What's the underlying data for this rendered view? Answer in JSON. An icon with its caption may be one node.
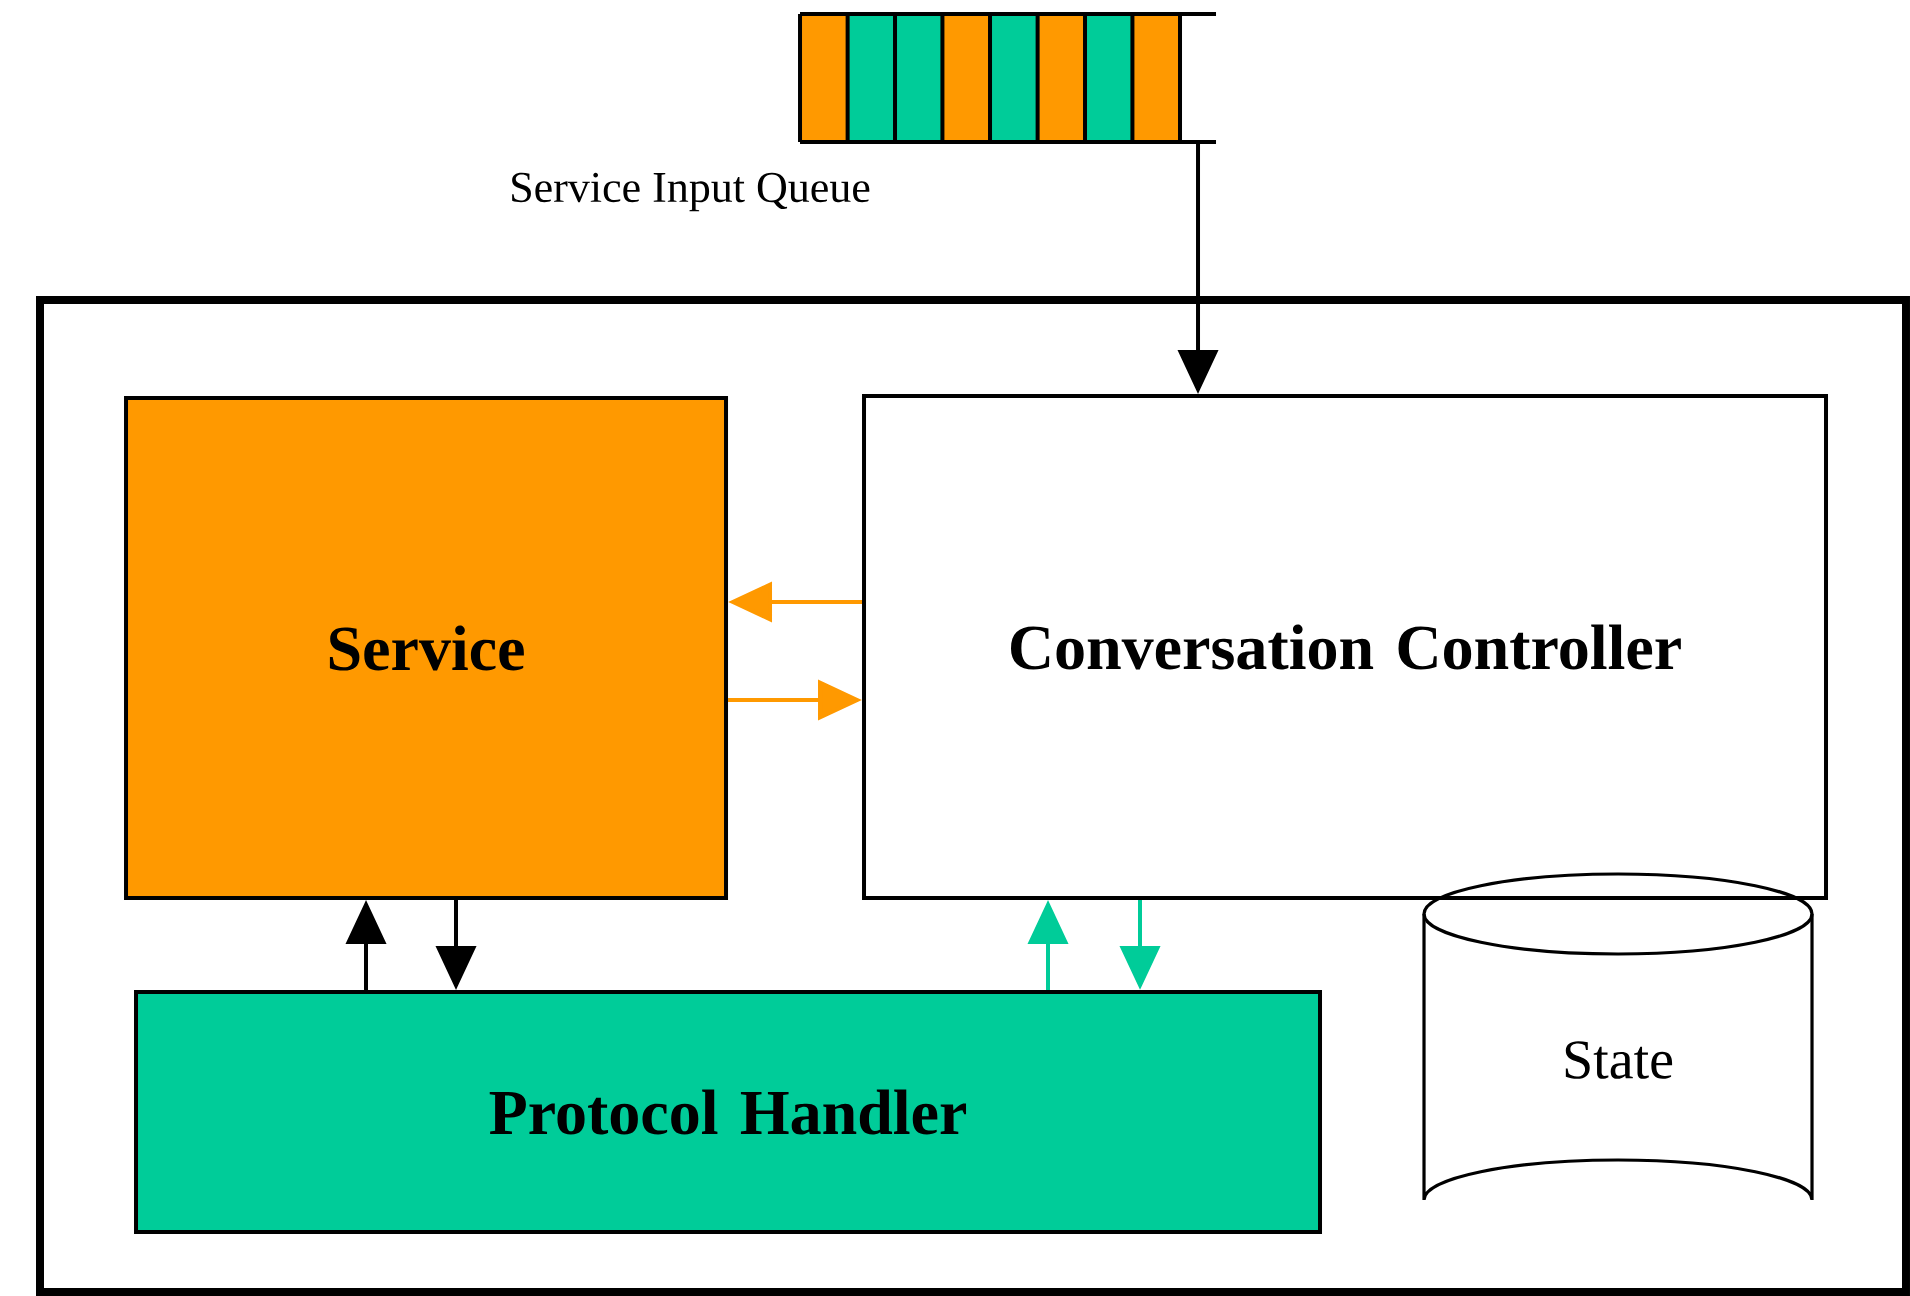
{
  "diagram": {
    "nodes": [
      {
        "text": [],
        "shape": "box"
      },
      {
        "text": [],
        "shape": "bar",
        "beside": [
          "Service Input Queue"
        ]
      },
      {
        "text": [
          "Service"
        ],
        "in": 0
      },
      {
        "text": [
          "Conversation Controller"
        ],
        "in": 0
      },
      {
        "text": [
          "Protocol Handler"
        ],
        "in": 0
      },
      {
        "text": [
          "State"
        ],
        "in": 0
      }
    ],
    "edges": [
      {
        "from": 1,
        "to": 3,
        "arrow": "to",
        "color": "#000000"
      },
      {
        "from": 3,
        "to": 2,
        "arrow": "to",
        "color": "#ff9900"
      },
      {
        "from": 2,
        "to": 3,
        "arrow": "to",
        "color": "#ff9900"
      },
      {
        "from": 4,
        "to": 2,
        "arrow": "to",
        "color": "#000000"
      },
      {
        "from": 2,
        "to": 4,
        "arrow": "to",
        "color": "#000000"
      },
      {
        "from": 4,
        "to": 3,
        "arrow": "to",
        "color": "#00cc99"
      },
      {
        "from": 3,
        "to": 4,
        "arrow": "to",
        "color": "#00cc99"
      }
    ]
  }
}
